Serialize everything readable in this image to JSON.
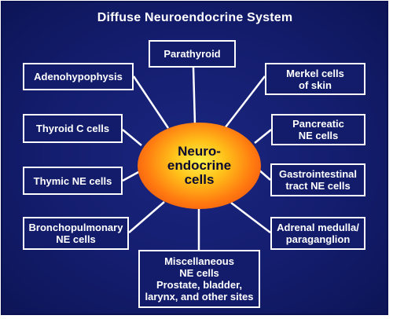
{
  "title": "Diffuse Neuroendocrine System",
  "hub": {
    "label": "Neuro-\nendocrine\ncells"
  },
  "nodes": {
    "parathyroid": "Parathyroid",
    "adenohypophysis": "Adenohypophysis",
    "merkel": "Merkel cells\nof skin",
    "thyroid_c": "Thyroid C cells",
    "pancreatic": "Pancreatic\nNE cells",
    "thymic": "Thymic NE cells",
    "gastrointestinal": "Gastrointestinal\ntract NE cells",
    "bronchopulmonary": "Bronchopulmonary\nNE cells",
    "adrenal": "Adrenal medulla/\nparaganglion",
    "miscellaneous": "Miscellaneous\nNE cells\nProstate, bladder,\nlarynx, and other sites"
  },
  "colors": {
    "background": "#141d6e",
    "box_border": "#ffffff",
    "text": "#ffffff",
    "hub_center": "#fff04a",
    "hub_edge": "#e83a12"
  }
}
